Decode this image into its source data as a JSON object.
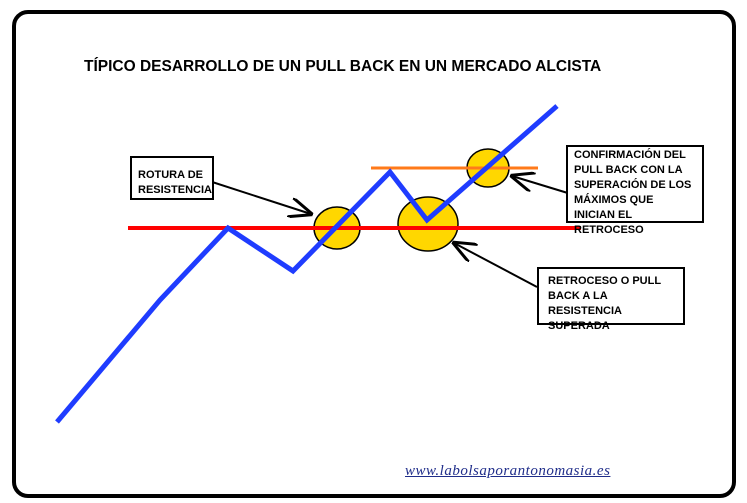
{
  "title": "TÍPICO DESARROLLO DE UN PULL BACK EN UN MERCADO ALCISTA",
  "labels": {
    "breakout": "ROTURA DE RESISTENCIA",
    "confirmation": "CONFIRMACIÓN DEL PULL BACK CON LA SUPERACIÓN DE LOS MÁXIMOS QUE INICIAN EL RETROCESO",
    "pullback": "RETROCESO O PULL BACK A LA RESISTENCIA SUPERADA"
  },
  "link": "www.labolsaporantonomasia.es",
  "colors": {
    "price": "#1f3cff",
    "resistance": "#ff0000",
    "highs": "#ff7a1a",
    "highlight": "#ffd700"
  }
}
